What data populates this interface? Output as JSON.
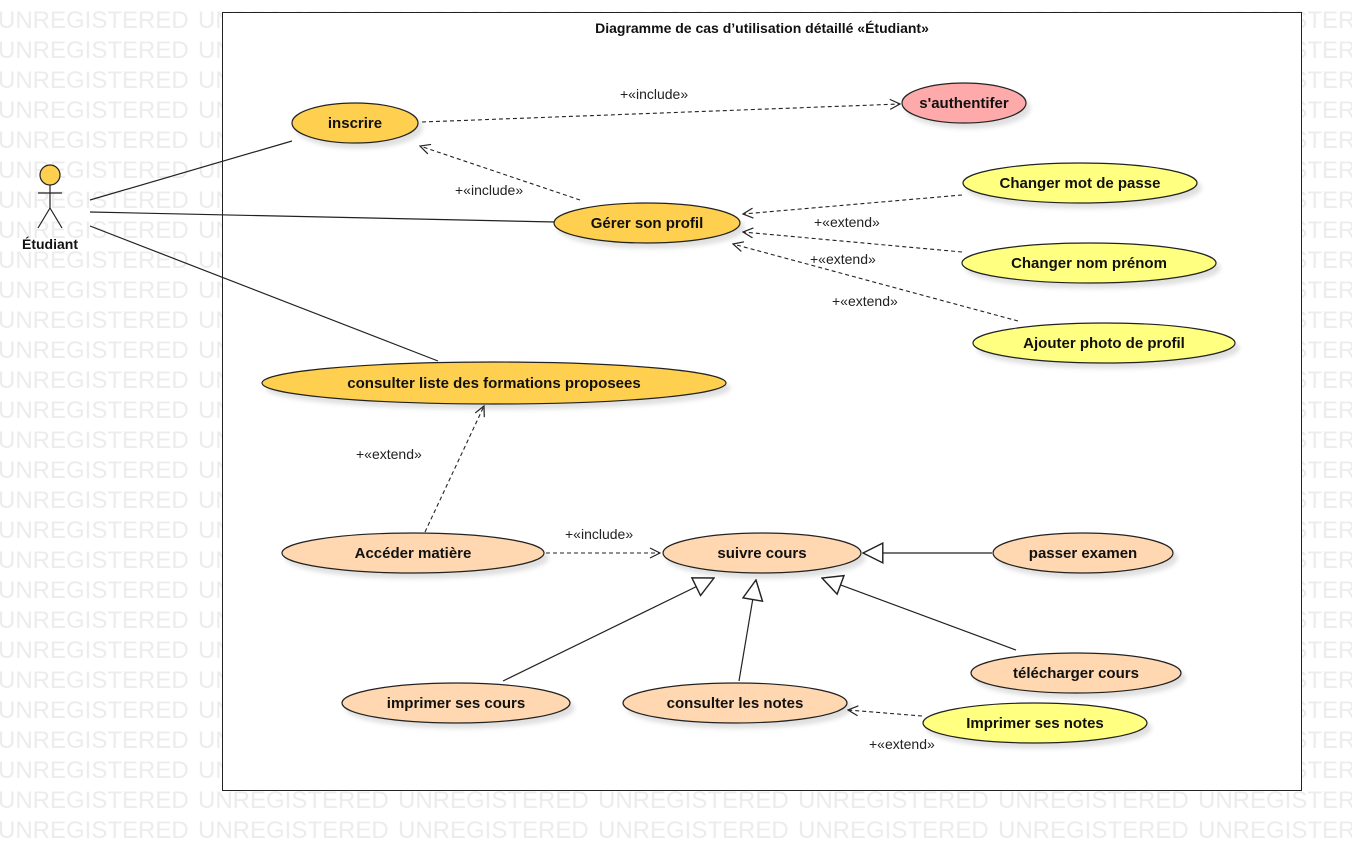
{
  "watermark": "UNREGISTERED",
  "title": "Diagramme de cas d’utilisation  détaillé «Étudiant»",
  "actor": {
    "name": "Étudiant"
  },
  "colors": {
    "primary_usecase": "#ffd04f",
    "secondary_usecase": "#ffff80",
    "auth_usecase": "#ffaaaa",
    "course_usecase": "#ffd7b0",
    "watermark": "#ececec"
  },
  "use_cases": {
    "inscrire": "inscrire",
    "authentifier": "s'authentifer",
    "gerer_profil": "Gérer son profil",
    "changer_mdp": "Changer mot de passe",
    "changer_nom": "Changer nom prénom",
    "ajouter_photo": "Ajouter photo de profil",
    "consulter_formations": "consulter liste des formations proposees",
    "acceder_matiere": "Accéder matière",
    "suivre_cours": "suivre cours",
    "passer_examen": "passer examen",
    "telecharger_cours": "télécharger cours",
    "imprimer_cours": "imprimer ses cours",
    "consulter_notes": "consulter les notes",
    "imprimer_notes": "Imprimer ses notes"
  },
  "relations": {
    "include_auth": "+«include»",
    "include_profil": "+«include»",
    "extend_mdp": "+«extend»",
    "extend_nom": "+«extend»",
    "extend_photo": "+«extend»",
    "extend_matiere": "+«extend»",
    "include_cours": "+«include»",
    "extend_notes": "+«extend»"
  }
}
